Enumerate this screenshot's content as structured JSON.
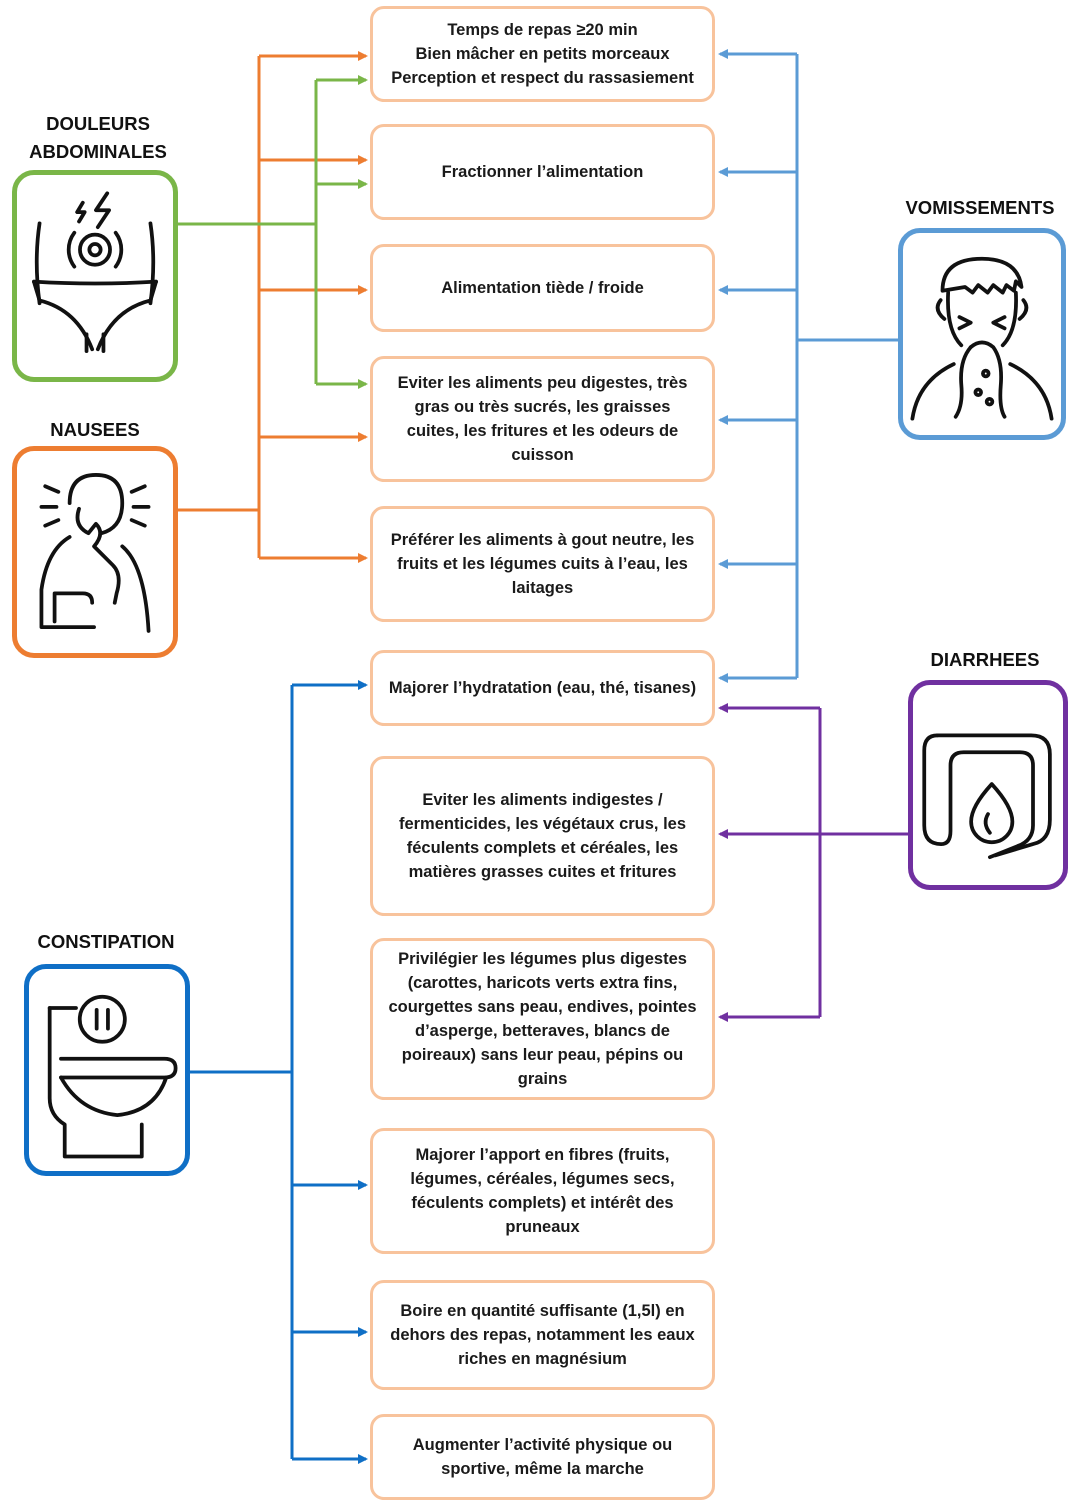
{
  "symptoms": {
    "abdominal": {
      "label": "DOULEURS\nABDOMINALES",
      "color": "#7ab648",
      "icon": "abdominal-pain-icon"
    },
    "nausea": {
      "label": "NAUSEES",
      "color": "#ed7d31",
      "icon": "nausea-icon"
    },
    "vomiting": {
      "label": "VOMISSEMENTS",
      "color": "#5b9bd5",
      "icon": "vomiting-icon"
    },
    "diarrhea": {
      "label": "DIARRHEES",
      "color": "#7030a0",
      "icon": "intestine-drop-icon"
    },
    "constipation": {
      "label": "CONSTIPATION",
      "color": "#0f6fc6",
      "icon": "toilet-icon"
    }
  },
  "recommendations": [
    {
      "text": "Temps de repas ≥20 min\nBien mâcher en petits morceaux\nPerception et respect du rassasiement"
    },
    {
      "text": "Fractionner l’alimentation"
    },
    {
      "text": "Alimentation tiède / froide"
    },
    {
      "text": "Eviter les aliments peu digestes, très gras ou très sucrés, les graisses cuites, les fritures et les odeurs de cuisson"
    },
    {
      "text": "Préférer les aliments à gout neutre, les fruits et les légumes cuits à l’eau, les laitages"
    },
    {
      "text": "Majorer l’hydratation (eau, thé, tisanes)"
    },
    {
      "text": "Eviter les aliments indigestes / fermenticides, les végétaux crus, les féculents complets et céréales, les matières grasses cuites et fritures"
    },
    {
      "text": "Privilégier les légumes plus digestes (carottes, haricots verts extra fins, courgettes sans peau, endives, pointes d’asperge, betteraves, blancs de poireaux) sans leur peau, pépins ou grains"
    },
    {
      "text": "Majorer l’apport en fibres (fruits, légumes, céréales, légumes secs, féculents complets) et intérêt des pruneaux"
    },
    {
      "text": "Boire en quantité suffisante (1,5l) en dehors des repas, notamment les eaux riches en magnésium"
    },
    {
      "text": "Augmenter l’activité physique ou sportive, même la marche"
    }
  ]
}
